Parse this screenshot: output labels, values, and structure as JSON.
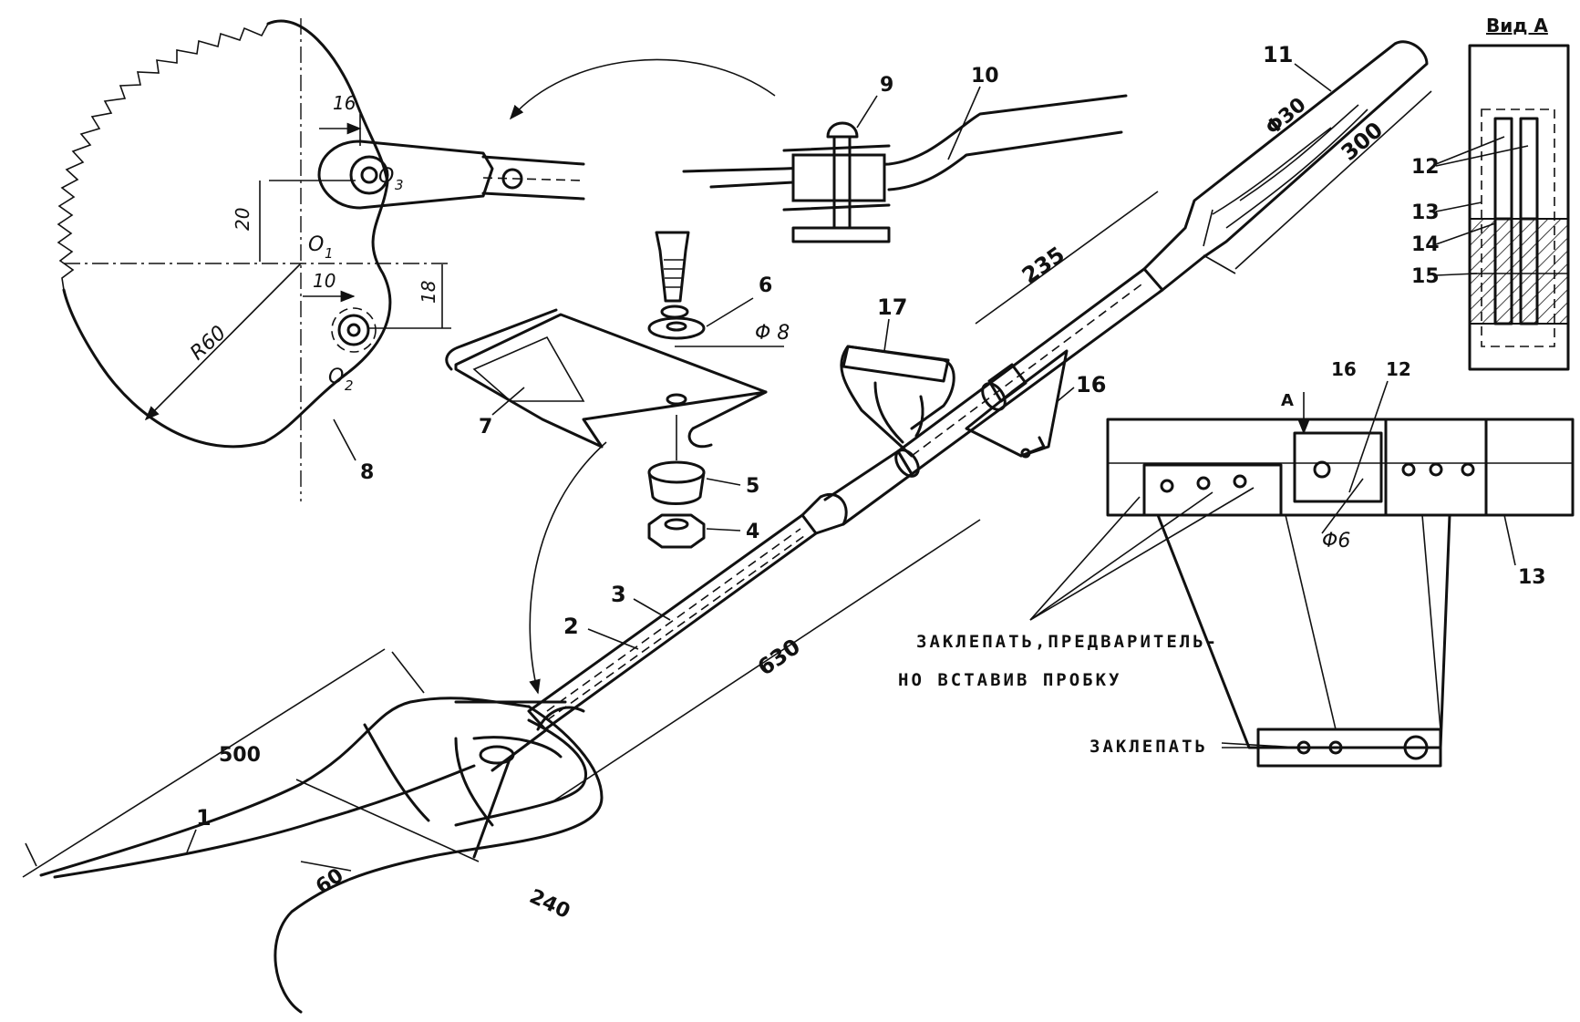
{
  "labels": {
    "p1": "1",
    "p2": "2",
    "p3": "3",
    "p4": "4",
    "p5": "5",
    "p6": "6",
    "p7": "7",
    "p8": "8",
    "p9": "9",
    "p10": "10",
    "p11": "11",
    "p12": "12",
    "p13": "13",
    "p14": "14",
    "p15": "15",
    "p16": "16",
    "p17": "17",
    "p12b": "12",
    "p13b": "13",
    "p16b": "16"
  },
  "dimensions": {
    "d16": "16",
    "d20": "20",
    "d10": "10",
    "d18": "18",
    "r60": "R60",
    "o1": "O",
    "o1s": "1",
    "o2": "O",
    "o2s": "2",
    "o3": "O",
    "o3s": "3",
    "phi8": "Φ 8",
    "phi30": "Φ30",
    "d300": "300",
    "d235": "235",
    "d630": "630",
    "d500": "500",
    "d60": "60",
    "d240": "240",
    "phi6": "Φ6"
  },
  "view": {
    "title": "Вид А",
    "arrow": "А"
  },
  "notes": {
    "rivet_plug_line1": "ЗАКЛЕПАТЬ,ПРЕДВАРИТЕЛЬ-",
    "rivet_plug_line2": "НО ВСТАВИВ ПРОБКУ",
    "rivet": "ЗАКЛЕПАТЬ"
  }
}
